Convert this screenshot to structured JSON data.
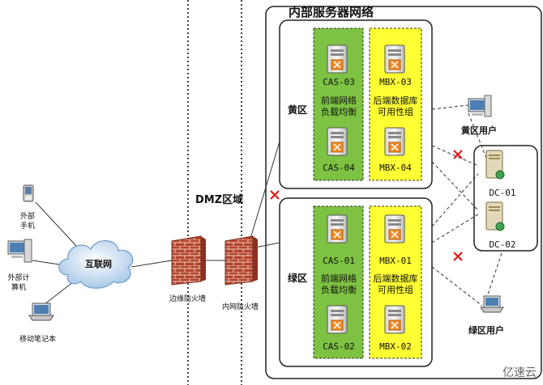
{
  "title": "内部服务器网络",
  "dmz_label": "DMZ区域",
  "zones": {
    "yellow": "黄区",
    "green": "绿区"
  },
  "servers": {
    "cas03": "CAS-03",
    "cas04": "CAS-04",
    "cas01": "CAS-01",
    "cas02": "CAS-02",
    "mbx03": "MBX-03",
    "mbx04": "MBX-04",
    "mbx01": "MBX-01",
    "mbx02": "MBX-02"
  },
  "groups": {
    "frontend_line1": "前端网络",
    "frontend_line2": "负载均衡",
    "backend_line1": "后端数据库",
    "backend_line2": "可用性组"
  },
  "dc": {
    "dc01": "DC-01",
    "dc02": "DC-02"
  },
  "users": {
    "yellow_users": "黄区用户",
    "green_users": "绿区用户"
  },
  "external": {
    "phone": "外部手机",
    "computer": "外部计算机",
    "laptop": "移动笔记本",
    "internet": "互联网"
  },
  "firewalls": {
    "edge": "边缘防火墙",
    "internal": "内网防火墙"
  },
  "watermark": "亿速云",
  "colors": {
    "cas_fill": "#7dc242",
    "mbx_fill": "#ffff33",
    "border": "#111111"
  }
}
